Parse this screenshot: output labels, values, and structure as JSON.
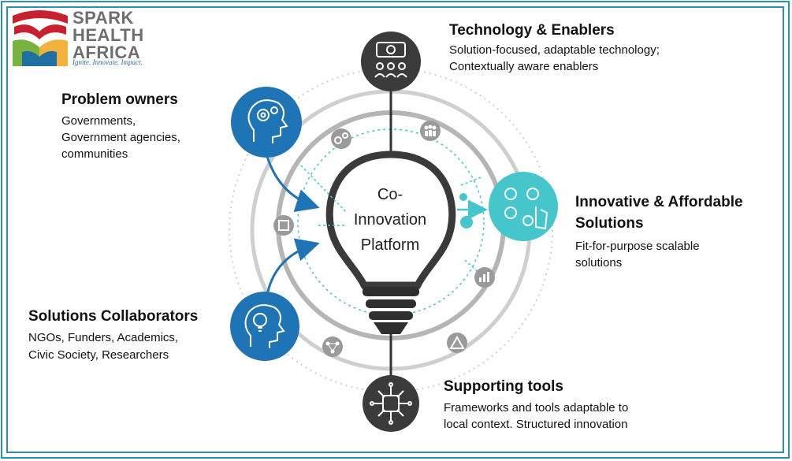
{
  "logo": {
    "line1": "SPARK",
    "line2": "HEALTH",
    "line3": "AFRICA",
    "tagline": "Ignite. Innovate. Impact.",
    "colors": [
      "#c7202f",
      "#7ab23f",
      "#f3b23a",
      "#1f6fa3"
    ]
  },
  "center": {
    "line1": "Co-",
    "line2": "Innovation",
    "line3": "Platform"
  },
  "nodes": {
    "technology": {
      "title": "Technology & Enablers",
      "desc1": "Solution-focused, adaptable technology;",
      "desc2": "Contextually aware enablers",
      "icon": "people-idea-icon"
    },
    "problem_owners": {
      "title": "Problem owners",
      "desc1": "Governments,",
      "desc2": "Government agencies,",
      "desc3": "communities",
      "icon": "head-gear-icon"
    },
    "innovative": {
      "title1": "Innovative & Affordable",
      "title2": "Solutions",
      "desc1": "Fit-for-purpose scalable",
      "desc2": "solutions",
      "icon": "touch-solutions-icon"
    },
    "collaborators": {
      "title": "Solutions Collaborators",
      "desc1": "NGOs, Funders, Academics,",
      "desc2": "Civic Society, Researchers",
      "icon": "head-bulb-icon"
    },
    "supporting": {
      "title": "Supporting tools",
      "desc1": "Frameworks and tools adaptable to",
      "desc2": "local context. Structured innovation",
      "icon": "circuit-chip-icon"
    }
  },
  "colors": {
    "blue": "#1f74b5",
    "teal": "#45c6cc",
    "dark": "#3b3b3b",
    "ring": "#c8c8c8",
    "frame": "#2f8fb0"
  }
}
